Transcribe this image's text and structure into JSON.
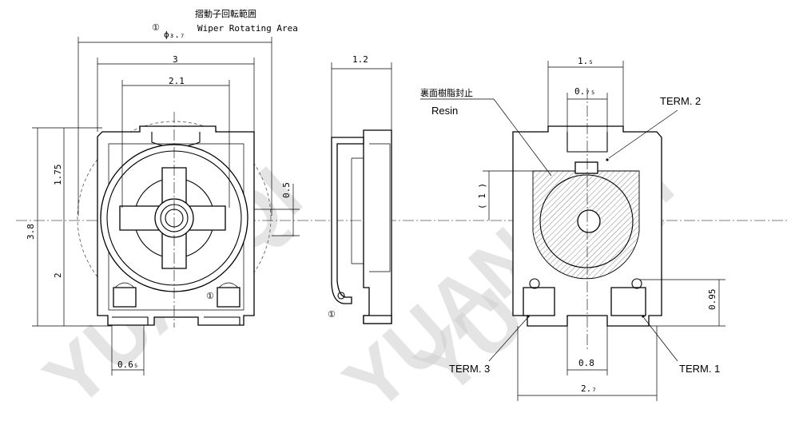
{
  "watermark": {
    "text": "YUANQI"
  },
  "front_view": {
    "rotating_area_jp": "摺動子回転範囲",
    "circle_note_mark": "①",
    "diameter_label": "ϕ₃.₇",
    "rotating_area_en": "Wiper Rotating Area",
    "dim_top_3": "3",
    "dim_top_2_1": "2.1",
    "dim_total_3_8": "3.8",
    "dim_upper_1_75": "1.75",
    "dim_lower_2": "2",
    "dim_offset_0_5": "0.5",
    "dim_bottom_0_65": "0.6₅",
    "circle_note_bottom": "①"
  },
  "side_view": {
    "dim_1_2": "1.2",
    "circle_note": "①"
  },
  "back_view": {
    "resin_jp": "裏面樹脂封止",
    "resin_en": "Resin",
    "dim_1_5": "1.₅",
    "dim_0_75": "0.₇₅",
    "dim_1": "( 1 )",
    "dim_0_95": "0.95",
    "dim_0_8": "0.8",
    "dim_2_7": "2.₇",
    "term1": "TERM. 1",
    "term2": "TERM. 2",
    "term3": "TERM. 3"
  }
}
